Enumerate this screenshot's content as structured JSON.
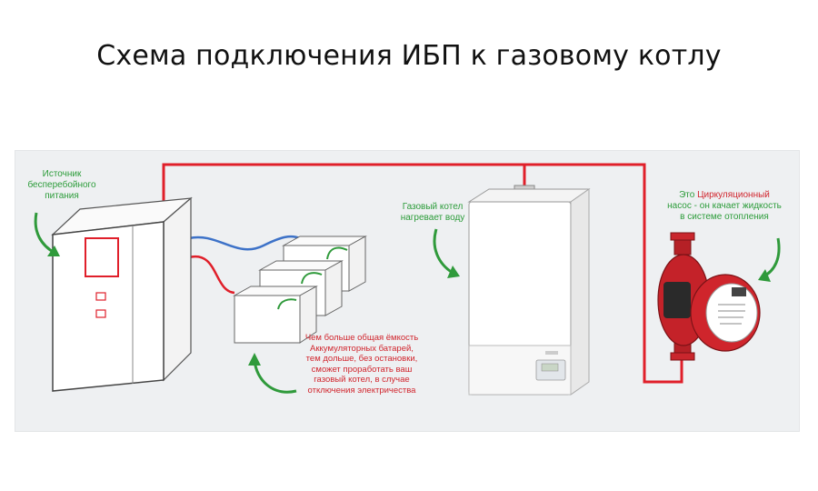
{
  "title": "Схема подключения ИБП к газовому котлу",
  "labels": {
    "ups": [
      "Источник",
      "бесперебойного",
      "питания"
    ],
    "boiler": [
      "Газовый котел",
      "нагревает воду"
    ],
    "pump": [
      {
        "text": "Это ",
        "color": "#2c9c3a"
      },
      {
        "text": "Циркуляционный",
        "color": "#d1262e"
      }
    ],
    "pump_rest": [
      "насос - он качает жидкость",
      "в системе отопления"
    ],
    "batteries": [
      "Чем больше общая ёмкость",
      "Аккумуляторных батарей,",
      "тем дольше, без остановки,",
      "сможет проработать ваш",
      "газовый котел, в случае",
      "отключения электричества"
    ]
  },
  "colors": {
    "wire_red": "#e01f2a",
    "wire_blue": "#3d72c8",
    "arrow_green": "#2f9a3b",
    "label_green": "#2c9c3a",
    "label_red": "#d1262e",
    "panel_bg": "#eef0f2"
  },
  "icons": {
    "ups": "ups-unit-icon",
    "batteries": "battery-stack-icon",
    "boiler": "gas-boiler-icon",
    "pump": "circulation-pump-icon"
  }
}
